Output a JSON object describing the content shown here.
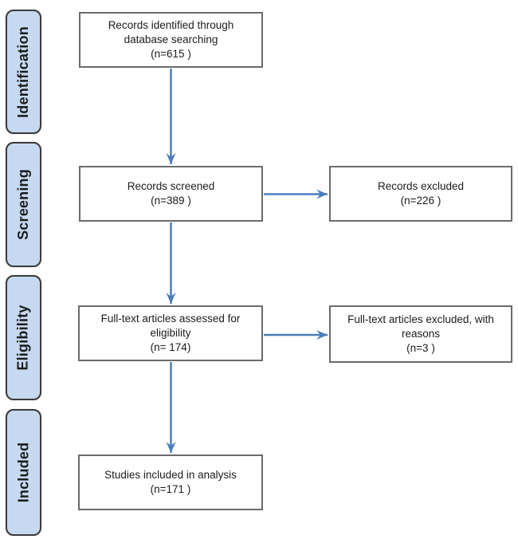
{
  "diagram": {
    "type": "prisma-flow",
    "stages": [
      {
        "label": "Identification"
      },
      {
        "label": "Screening"
      },
      {
        "label": "Eligibility"
      },
      {
        "label": "Included"
      }
    ],
    "nodes": {
      "identified": {
        "text": "Records identified through database searching",
        "count": "(n=615 )"
      },
      "screened": {
        "text": "Records screened",
        "count": "(n=389 )"
      },
      "records_excluded": {
        "text": "Records excluded",
        "count": "(n=226 )"
      },
      "fulltext_assessed": {
        "text": "Full-text articles assessed for eligibility",
        "count": "(n= 174)"
      },
      "fulltext_excluded": {
        "text": "Full-text articles excluded, with reasons",
        "count": "(n=3 )"
      },
      "included": {
        "text": "Studies included in analysis",
        "count": "(n=171 )"
      }
    }
  },
  "theme": {
    "arrow-color": "#4a7ebb",
    "stage-fill": "#c6d9f1",
    "stage-border": "#3c3c3c",
    "box-border": "#6b6b6b",
    "text-color": "#1c1c1c"
  }
}
